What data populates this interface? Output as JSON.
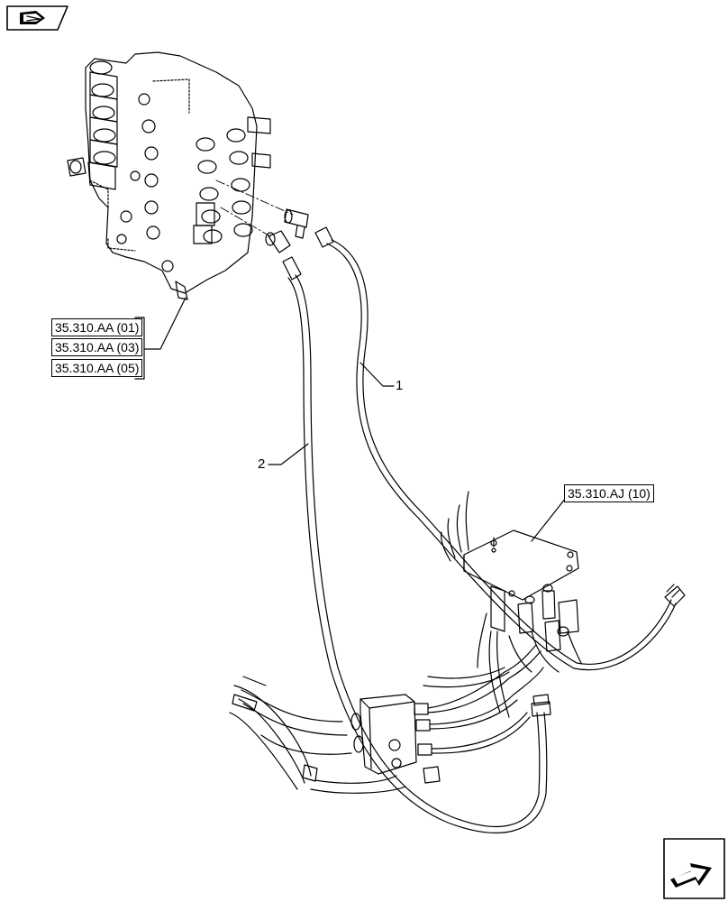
{
  "references": {
    "ref_1": "35.310.AA (01)",
    "ref_2": "35.310.AA (03)",
    "ref_3": "35.310.AA (05)",
    "ref_4": "35.310.AJ (10)"
  },
  "callouts": {
    "item_1": "1",
    "item_2": "2"
  },
  "icons": {
    "top_left": "book-page-icon",
    "bottom_right": "next-page-arrow-icon"
  }
}
